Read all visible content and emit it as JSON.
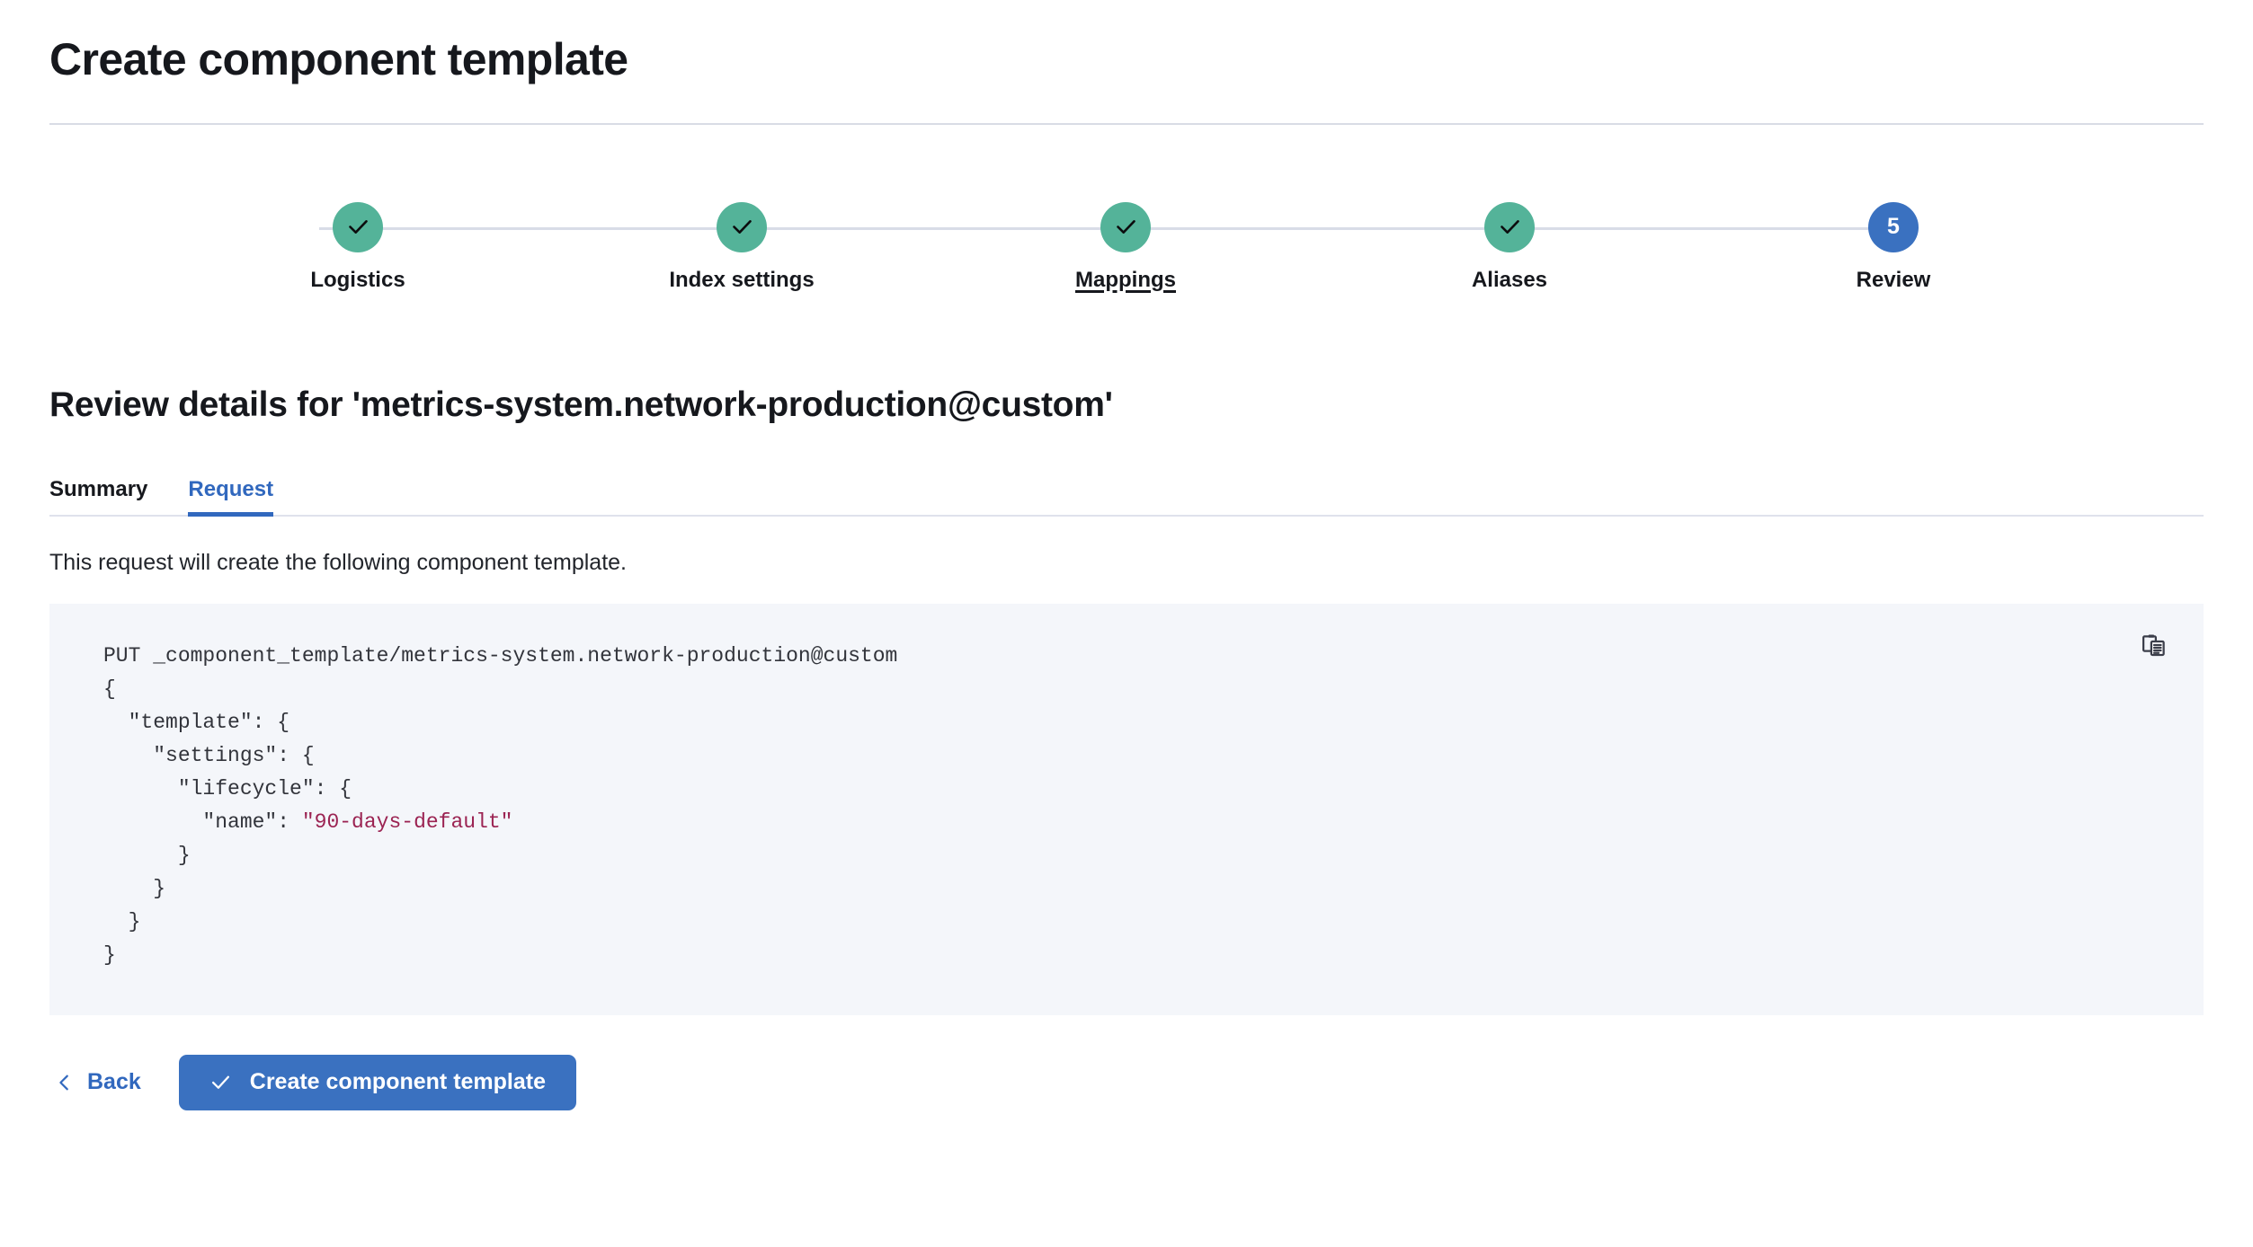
{
  "page": {
    "title": "Create component template"
  },
  "stepper": {
    "steps": [
      {
        "label": "Logistics",
        "state": "done",
        "icon": "check-icon",
        "number": "1",
        "hovered": false
      },
      {
        "label": "Index settings",
        "state": "done",
        "icon": "check-icon",
        "number": "2",
        "hovered": false
      },
      {
        "label": "Mappings",
        "state": "done",
        "icon": "check-icon",
        "number": "3",
        "hovered": true
      },
      {
        "label": "Aliases",
        "state": "done",
        "icon": "check-icon",
        "number": "4",
        "hovered": false
      },
      {
        "label": "Review",
        "state": "current",
        "icon": "number",
        "number": "5",
        "hovered": false
      }
    ],
    "done_color": "#54b399",
    "current_color": "#3a71c0",
    "track_color": "#d8dce7"
  },
  "review": {
    "heading": "Review details for 'metrics-system.network-production@custom'",
    "tabs": [
      {
        "label": "Summary",
        "active": false
      },
      {
        "label": "Request",
        "active": true
      }
    ],
    "active_tab_color": "#3168be",
    "description": "This request will create the following component template."
  },
  "request": {
    "copy_icon": "copy-clipboard-icon",
    "code_lines": [
      {
        "text": "PUT _component_template/metrics-system.network-production@custom",
        "type": "plain"
      },
      {
        "text": "{",
        "type": "plain"
      },
      {
        "text": "  \"template\": {",
        "type": "plain"
      },
      {
        "text": "    \"settings\": {",
        "type": "plain"
      },
      {
        "text": "      \"lifecycle\": {",
        "type": "plain"
      },
      {
        "prefix": "        \"name\": ",
        "string": "\"90-days-default\"",
        "type": "string-value"
      },
      {
        "text": "      }",
        "type": "plain"
      },
      {
        "text": "    }",
        "type": "plain"
      },
      {
        "text": "  }",
        "type": "plain"
      },
      {
        "text": "}",
        "type": "plain"
      }
    ],
    "string_color": "#9b2352",
    "panel_bg": "#f4f6fa"
  },
  "footer": {
    "back_label": "Back",
    "back_icon": "chevron-left-icon",
    "submit_label": "Create component template",
    "submit_icon": "check-icon",
    "submit_color": "#3a71c0"
  }
}
